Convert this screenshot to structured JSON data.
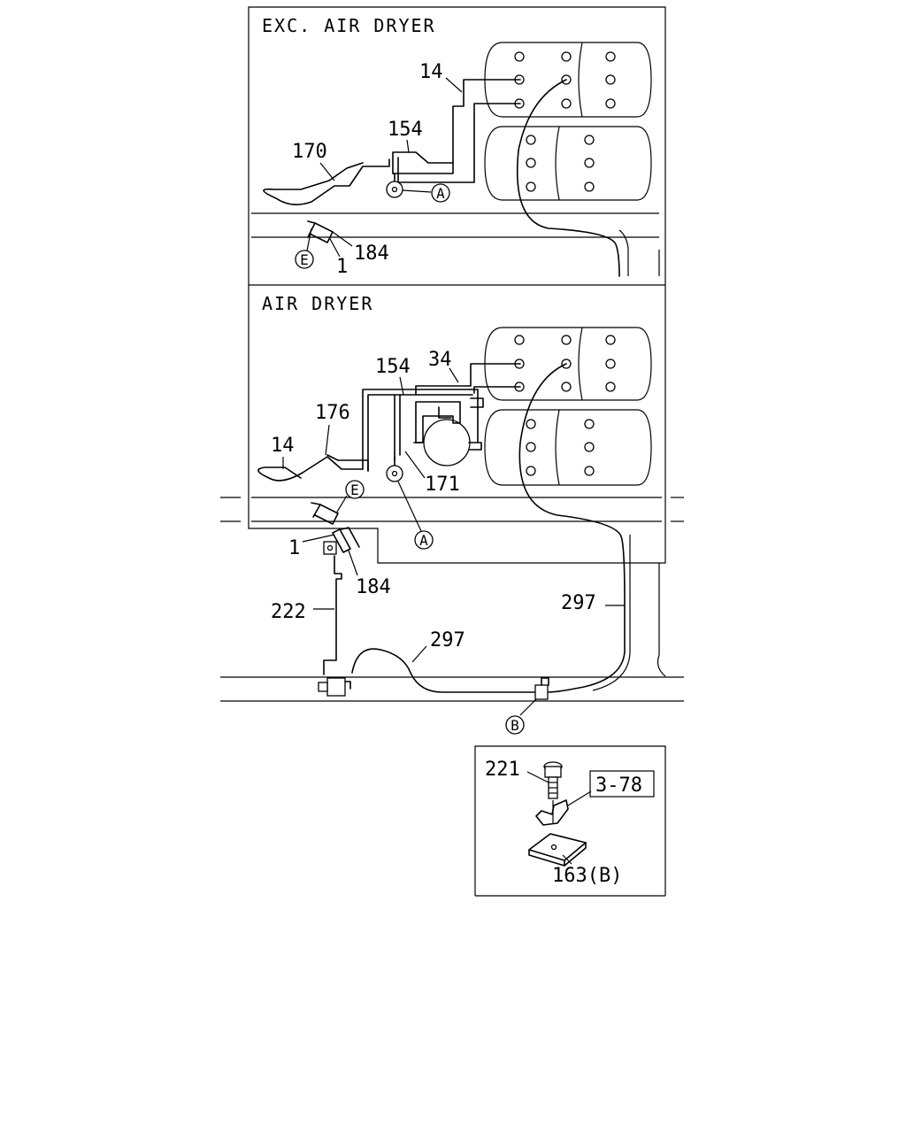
{
  "sections": {
    "exc_air_dryer": "EXC. AIR DRYER",
    "air_dryer": "AIR DRYER"
  },
  "parts": {
    "p14_top": "14",
    "p154_top": "154",
    "p170": "170",
    "p184_top": "184",
    "p1_top": "1",
    "p154_mid": "154",
    "p34": "34",
    "p176": "176",
    "p14_mid": "14",
    "p171": "171",
    "p1_bot": "1",
    "p184_bot": "184",
    "p222": "222",
    "p297_right": "297",
    "p297_bot": "297",
    "p221": "221",
    "p163b": "163(B)",
    "ref_3_78": "3-78"
  },
  "callouts": {
    "a_top": "A",
    "e_top": "E",
    "e_mid": "E",
    "a_mid": "A",
    "b_bot": "B"
  }
}
